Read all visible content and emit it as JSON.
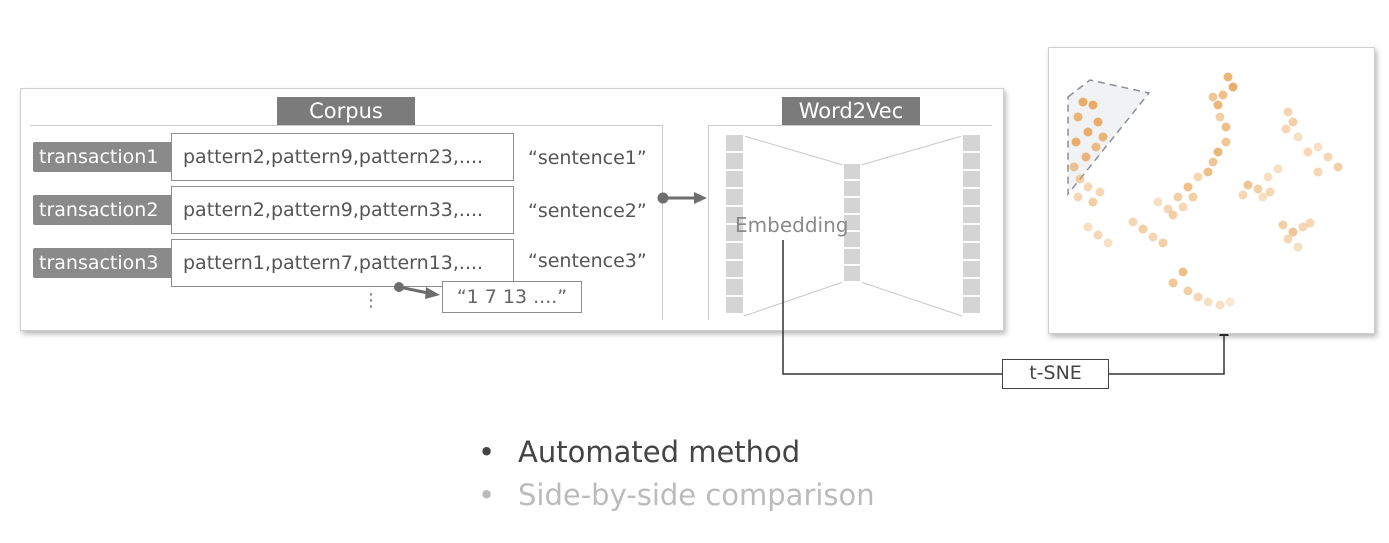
{
  "corpus": {
    "title": "Corpus",
    "rows": [
      {
        "label": "transaction1",
        "patterns": "pattern2,pattern9,pattern23,....",
        "sentence": "“sentence1”"
      },
      {
        "label": "transaction2",
        "patterns": "pattern2,pattern9,pattern33,....",
        "sentence": "“sentence2”"
      },
      {
        "label": "transaction3",
        "patterns": "pattern1,pattern7,pattern13,....",
        "sentence": "“sentence3”"
      }
    ],
    "more_marker": "⋮",
    "encoded_sentence": "“1 7 13 ....”"
  },
  "word2vec": {
    "title": "Word2Vec",
    "embedding_label": "Embedding"
  },
  "tsne": {
    "label": "t-SNE"
  },
  "bullets": [
    {
      "text": "Automated method",
      "color": "#444444"
    },
    {
      "text": "Side-by-side comparison",
      "color": "#bbbbbb"
    }
  ],
  "colors": {
    "scatter_point": "#e8a050",
    "badge": "#7b7b7b",
    "transaction_label": "#8a8a8a"
  }
}
